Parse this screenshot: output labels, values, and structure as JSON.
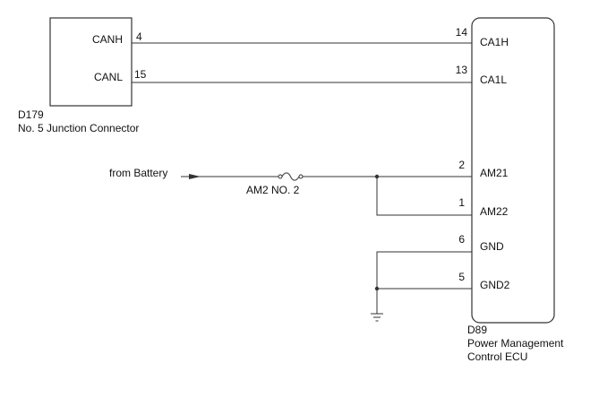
{
  "connector_d179": {
    "code": "D179",
    "name": "No. 5 Junction Connector",
    "pins": [
      {
        "signal": "CANH",
        "number": "4"
      },
      {
        "signal": "CANL",
        "number": "15"
      }
    ]
  },
  "ecu_d89": {
    "code": "D89",
    "name_line1": "Power Management",
    "name_line2": "Control ECU",
    "pins": [
      {
        "signal": "CA1H",
        "number": "14"
      },
      {
        "signal": "CA1L",
        "number": "13"
      },
      {
        "signal": "AM21",
        "number": "2"
      },
      {
        "signal": "AM22",
        "number": "1"
      },
      {
        "signal": "GND",
        "number": "6"
      },
      {
        "signal": "GND2",
        "number": "5"
      }
    ]
  },
  "power_source": {
    "label": "from Battery"
  },
  "fuse": {
    "label": "AM2 NO. 2"
  },
  "colors": {
    "line": "#333333",
    "background": "#ffffff"
  }
}
